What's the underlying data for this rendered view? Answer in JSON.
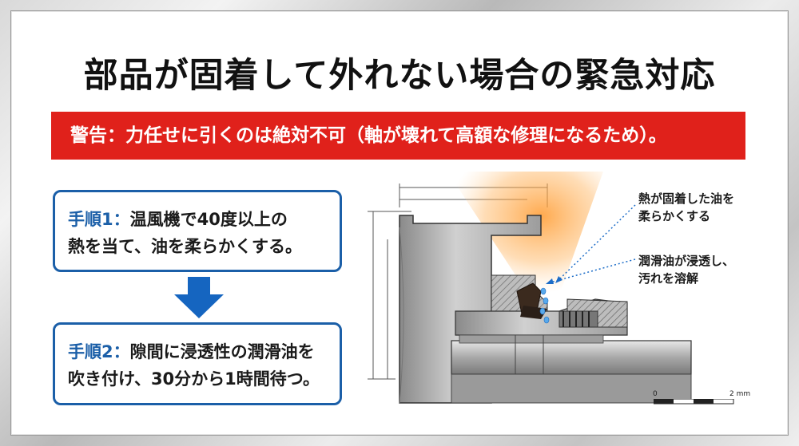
{
  "title": "部品が固着して外れない場合の緊急対応",
  "warning": "警告：力任せに引くのは絶対不可（軸が壊れて高額な修理になるため）。",
  "steps": [
    {
      "label": "手順1：",
      "line1": "温風機で40度以上の",
      "line2": "熱を当て、油を柔らかくする。"
    },
    {
      "label": "手順2：",
      "line1": "隙間に浸透性の潤滑油を",
      "line2": "吹き付け、30分から1時間待つ。"
    }
  ],
  "annotations": {
    "heat_line1": "熱が固着した油を",
    "heat_line2": "柔らかくする",
    "oil_line1": "潤滑油が浸透し、",
    "oil_line2": "汚れを溶解"
  },
  "scale": {
    "start": "0",
    "end": "2 mm"
  },
  "colors": {
    "warning": "#e0211b",
    "step_border": "#1b5fa8",
    "arrow": "#1565c0"
  },
  "icons": {
    "arrow": "arrow-down-icon"
  }
}
